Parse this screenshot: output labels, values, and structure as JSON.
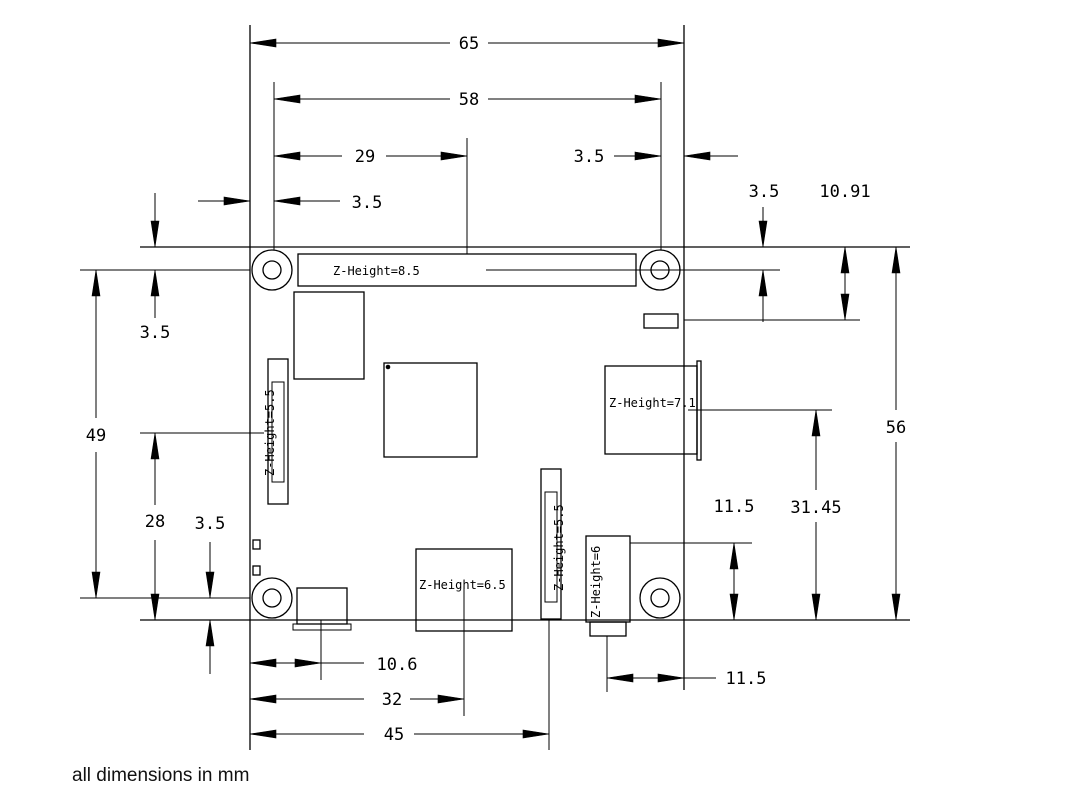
{
  "dimensions": {
    "board_width": "65",
    "hole_spacing_x": "58",
    "connector_center": "29",
    "hole_inset_right": "3.5",
    "hole_inset_left": "3.5",
    "hole_inset_top": "3.5",
    "led_offset": "10.91",
    "hole_inset_top_left": "3.5",
    "hole_spacing_y": "49",
    "board_height": "56",
    "display_conn_y": "28",
    "hole_inset_bottom": "3.5",
    "usb_jack_y": "31.45",
    "audio_y": "11.5",
    "power_x": "10.6",
    "hdmi_x": "32",
    "camera_x": "45",
    "audio_x": "11.5"
  },
  "z_heights": {
    "gpio": "Z-Height=8.5",
    "usb": "Z-Height=7.1",
    "display": "Z-Height=5.5",
    "hdmi": "Z-Height=6.5",
    "camera": "Z-Height=5.5",
    "audio": "Z-Height=6"
  },
  "caption": "all dimensions in mm"
}
